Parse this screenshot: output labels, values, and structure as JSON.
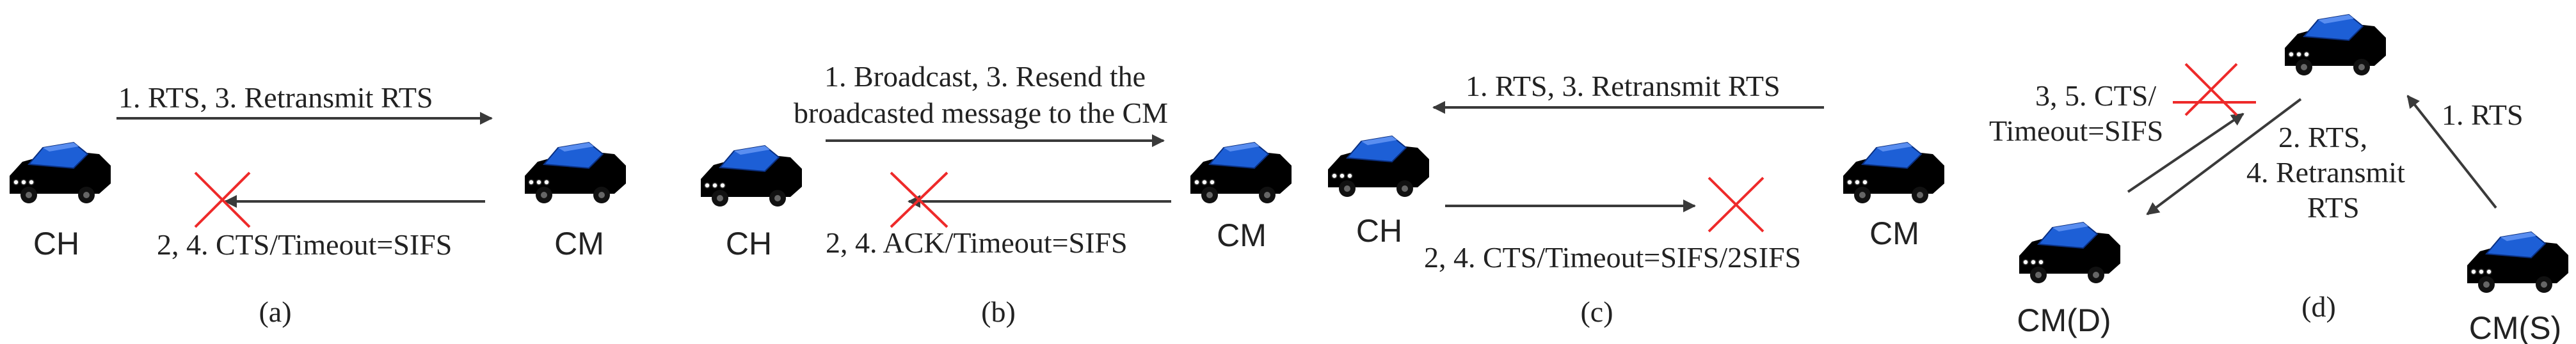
{
  "panels": {
    "a": {
      "caption": "(a)",
      "left_node": "CH",
      "right_node": "CM",
      "top_message": "1. RTS, 3. Retransmit RTS",
      "bottom_message": "2, 4. CTS/Timeout=SIFS"
    },
    "b": {
      "caption": "(b)",
      "left_node": "CH",
      "right_node": "CM",
      "top_message_line1": "1. Broadcast, 3. Resend the",
      "top_message_line2": "broadcasted message to the CM",
      "bottom_message": "2, 4. ACK/Timeout=SIFS"
    },
    "c": {
      "caption": "(c)",
      "left_node": "CH",
      "right_node": "CM",
      "top_message": "1. RTS, 3. Retransmit RTS",
      "bottom_message": "2, 4. CTS/Timeout=SIFS/2SIFS"
    },
    "d": {
      "caption": "(d)",
      "dest_node": "CM(D)",
      "source_node": "CM(S)",
      "left_message_line1": "3, 5. CTS/",
      "left_message_line2": "Timeout=SIFS",
      "rts_label": "1. RTS",
      "mid_message_line1": "2. RTS,",
      "mid_message_line2": "4. Retransmit",
      "mid_message_line3": "RTS"
    }
  },
  "colors": {
    "ch_car": "#f5b323",
    "cm_car": "#e8101a",
    "car_roof": "#1d5fd6",
    "arrow": "#3a3a3a",
    "failure_mark": "#ee2a2a"
  }
}
